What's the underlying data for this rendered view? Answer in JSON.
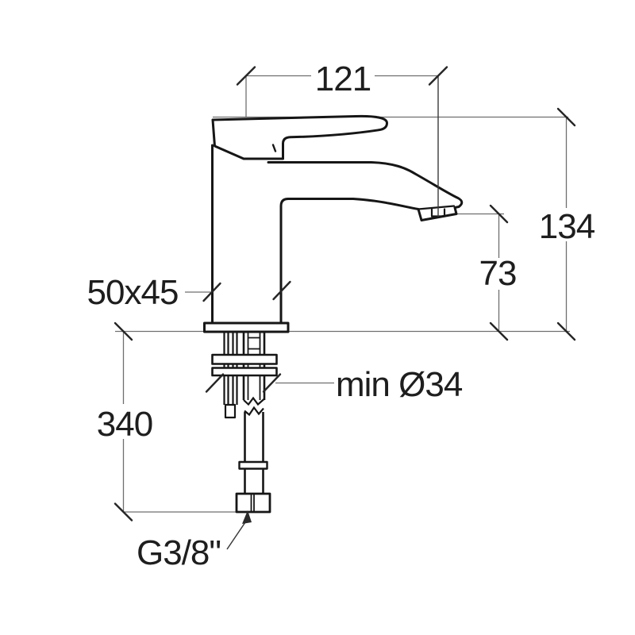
{
  "drawing": {
    "type": "technical dimension drawing of a single-lever basin mixer tap, side view",
    "labels": {
      "spout_reach": "121",
      "overall_height": "134",
      "outlet_height": "73",
      "body_section": "50x45",
      "min_hole_diameter": "min Ø34",
      "hose_length": "340",
      "connection_thread": "G3/8\""
    },
    "colors": {
      "outline": "#161616",
      "dimension_line": "#6f6f6f",
      "text": "#1e1e1e",
      "background": "#ffffff"
    }
  }
}
